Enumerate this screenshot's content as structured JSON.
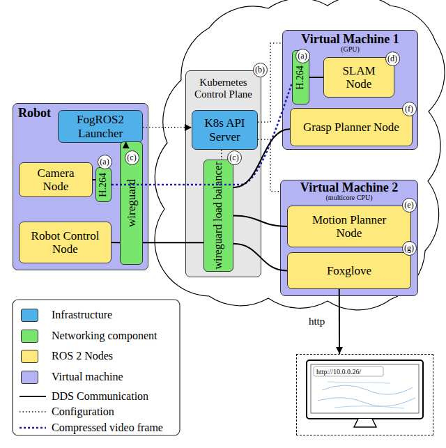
{
  "diagram": {
    "nodes": [
      {
        "text": [
          "Robot"
        ]
      },
      {
        "text": [
          "FogROS2 Launcher"
        ],
        "in": 0
      },
      {
        "text": [
          "Camera Node"
        ],
        "in": 0
      },
      {
        "text": [
          "H.264"
        ],
        "in": 0
      },
      {
        "text": [
          "wireguard"
        ],
        "in": 0
      },
      {
        "text": [
          "Robot Control Node"
        ],
        "in": 0
      },
      {
        "text": [
          "Kubernetes Control Plane"
        ]
      },
      {
        "text": [
          "K8s API Server"
        ],
        "in": 6
      },
      {
        "text": [
          "wireguard load balancer"
        ],
        "in": 6
      },
      {
        "text": [
          "Virtual Machine 1",
          "(GPU)"
        ]
      },
      {
        "text": [
          "H.264"
        ],
        "in": 9
      },
      {
        "text": [
          "SLAM Node"
        ],
        "in": 9
      },
      {
        "text": [
          "Grasp Planner Node"
        ],
        "in": 9
      },
      {
        "text": [
          "Virtual Machine 2",
          "(multicore CPU)"
        ]
      },
      {
        "text": [
          "Motion Planner Node"
        ],
        "in": 13
      },
      {
        "text": [
          "Foxglove"
        ],
        "in": 13
      },
      {
        "text": [
          "http://10.0.0.26/"
        ]
      }
    ],
    "edges": [
      {
        "from": 1,
        "to": 7,
        "arrow": "to"
      },
      {
        "from": 1,
        "to": 4,
        "arrow": "to"
      },
      {
        "from": 7,
        "to": 9,
        "arrow": "none"
      },
      {
        "from": 7,
        "to": 13,
        "arrow": "none"
      },
      {
        "from": 7,
        "to": 8,
        "arrow": "none"
      },
      {
        "from": 2,
        "to": 3,
        "arrow": "none"
      },
      {
        "from": 3,
        "to": 10,
        "arrow": "none"
      },
      {
        "from": 5,
        "to": 4,
        "arrow": "none"
      },
      {
        "from": 4,
        "to": 8,
        "arrow": "none"
      },
      {
        "from": 8,
        "to": 12,
        "arrow": "none"
      },
      {
        "from": 8,
        "to": 14,
        "arrow": "none"
      },
      {
        "from": 8,
        "to": 15,
        "arrow": "none"
      },
      {
        "from": 10,
        "to": 11,
        "arrow": "none"
      },
      {
        "from": 15,
        "to": 16,
        "label": "http",
        "arrow": "to"
      }
    ],
    "labels": [
      "(a)",
      "(c)",
      "(b)",
      "(c)",
      "(a)",
      "(d)",
      "(f)",
      "(e)",
      "(g)"
    ],
    "legend": [
      {
        "text": "Infrastructure",
        "color": "#4fb0ea"
      },
      {
        "text": "Networking component",
        "color": "#78e66c"
      },
      {
        "text": "ROS 2 Nodes",
        "color": "#fde97c"
      },
      {
        "text": "Virtual machine",
        "color": "#b4b4f4"
      },
      {
        "text": "DDS Communication"
      },
      {
        "text": "Configuration"
      },
      {
        "text": "Compressed video frame"
      }
    ]
  }
}
